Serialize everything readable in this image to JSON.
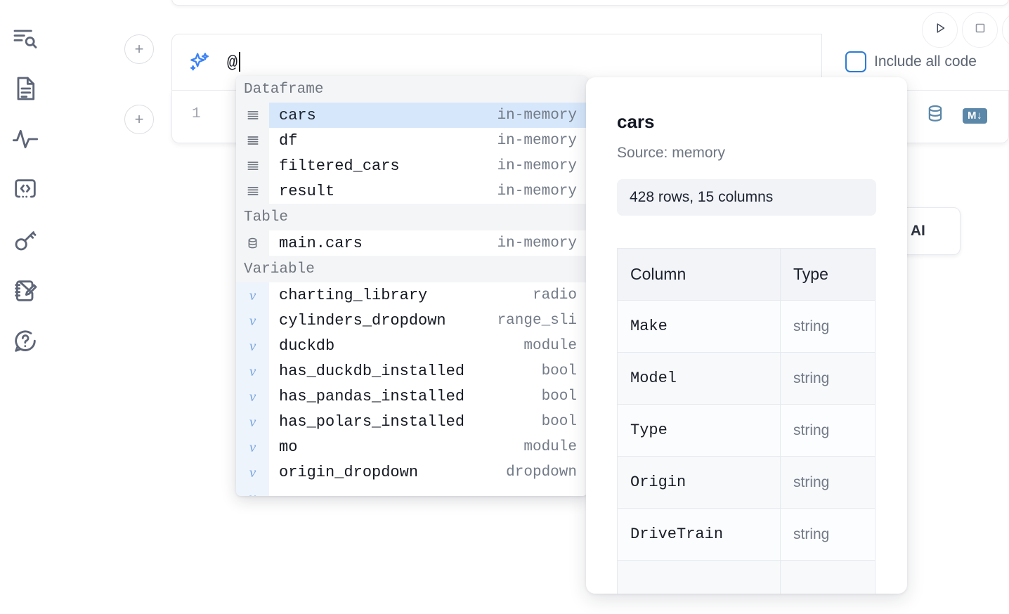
{
  "sidebar": {
    "items": [
      {
        "name": "outline-search-icon",
        "label": "Outline"
      },
      {
        "name": "file-text-icon",
        "label": "File"
      },
      {
        "name": "activity-pulse-icon",
        "label": "Activity"
      },
      {
        "name": "code-brackets-icon",
        "label": "Snippets"
      },
      {
        "name": "key-icon",
        "label": "Secrets"
      },
      {
        "name": "notebook-pencil-icon",
        "label": "Scratchpad"
      },
      {
        "name": "help-chat-icon",
        "label": "Help"
      }
    ]
  },
  "toolbar": {
    "run_icon": "play-icon",
    "stop_icon": "stop-square-icon",
    "include_all_code_label": "Include all code",
    "include_all_code_checked": false,
    "accent_blue": "#2b7cd3"
  },
  "ai_prompt": {
    "icon": "sparkles-icon",
    "value": "@",
    "placeholder": ""
  },
  "editor": {
    "line_number": "1",
    "icons": [
      {
        "name": "database-icon"
      },
      {
        "name": "markdown-badge",
        "label": "M"
      }
    ]
  },
  "partial_card": {
    "text": "h AI"
  },
  "autocomplete": {
    "groups": [
      {
        "label": "Dataframe",
        "items": [
          {
            "icon": "dataframe-rows-icon",
            "name": "cars",
            "type": "in-memory",
            "selected": true
          },
          {
            "icon": "dataframe-rows-icon",
            "name": "df",
            "type": "in-memory",
            "selected": false
          },
          {
            "icon": "dataframe-rows-icon",
            "name": "filtered_cars",
            "type": "in-memory",
            "selected": false
          },
          {
            "icon": "dataframe-rows-icon",
            "name": "result",
            "type": "in-memory",
            "selected": false
          }
        ]
      },
      {
        "label": "Table",
        "items": [
          {
            "icon": "database-icon",
            "name": "main.cars",
            "type": "in-memory",
            "selected": false
          }
        ]
      },
      {
        "label": "Variable",
        "items": [
          {
            "icon": "variable-icon",
            "name": "charting_library",
            "type": "radio",
            "selected": false
          },
          {
            "icon": "variable-icon",
            "name": "cylinders_dropdown",
            "type": "range_sli",
            "selected": false
          },
          {
            "icon": "variable-icon",
            "name": "duckdb",
            "type": "module",
            "selected": false
          },
          {
            "icon": "variable-icon",
            "name": "has_duckdb_installed",
            "type": "bool",
            "selected": false
          },
          {
            "icon": "variable-icon",
            "name": "has_pandas_installed",
            "type": "bool",
            "selected": false
          },
          {
            "icon": "variable-icon",
            "name": "has_polars_installed",
            "type": "bool",
            "selected": false
          },
          {
            "icon": "variable-icon",
            "name": "mo",
            "type": "module",
            "selected": false
          },
          {
            "icon": "variable-icon",
            "name": "origin_dropdown",
            "type": "dropdown",
            "selected": false
          }
        ]
      }
    ]
  },
  "preview": {
    "title": "cars",
    "source": "Source: memory",
    "shape": "428 rows, 15 columns",
    "table": {
      "headers": [
        "Column",
        "Type"
      ],
      "rows": [
        [
          "Make",
          "string"
        ],
        [
          "Model",
          "string"
        ],
        [
          "Type",
          "string"
        ],
        [
          "Origin",
          "string"
        ],
        [
          "DriveTrain",
          "string"
        ]
      ]
    }
  }
}
